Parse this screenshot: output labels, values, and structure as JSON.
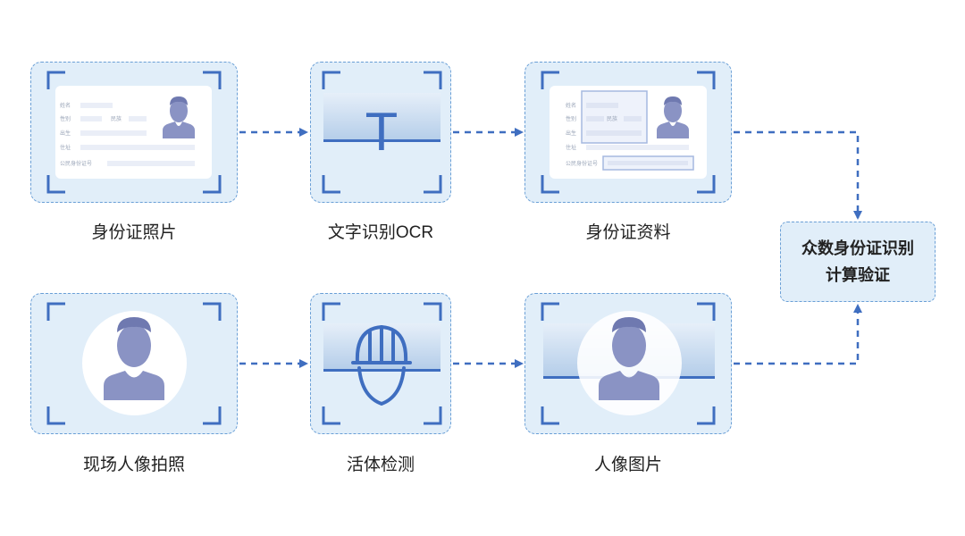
{
  "steps": [
    {
      "label": "身份证照片"
    },
    {
      "label": "文字识别OCR"
    },
    {
      "label": "身份证资料"
    },
    {
      "label": "现场人像拍照"
    },
    {
      "label": "活体检测"
    },
    {
      "label": "人像图片"
    }
  ],
  "id_card": {
    "name_label": "姓名",
    "gender_label": "性别",
    "ethnicity_label": "民族",
    "birth_label": "出生",
    "address_label": "住址",
    "id_number_label": "公民身份证号"
  },
  "ocr_glyph": "T",
  "result": {
    "line1": "众数身份证识别",
    "line2": "计算验证"
  },
  "colors": {
    "box_bg": "#e1eef9",
    "border": "#6a9fd6",
    "accent": "#3f6ec0",
    "person": "#8a93c4"
  }
}
